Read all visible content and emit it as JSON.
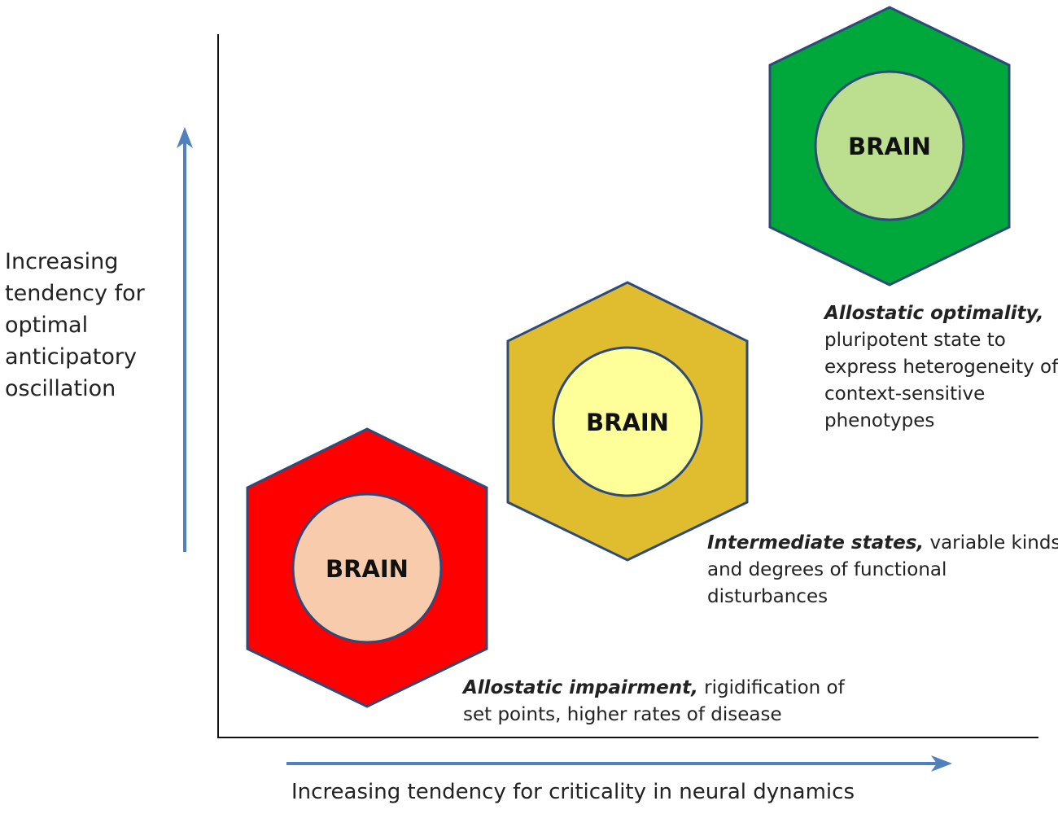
{
  "y_axis_label_lines": [
    "Increasing",
    "tendency for",
    "optimal",
    "anticipatory",
    "oscillation"
  ],
  "x_axis_label": "Increasing tendency for criticality in neural dynamics",
  "colors": {
    "axis_arrow": "#4f81bd",
    "hexagon_border": "#2e4a7a",
    "impairment_outer": "#ff0000",
    "impairment_inner": "#f8cbad",
    "intermediate_outer": "#e0bd2f",
    "intermediate_inner": "#ffff99",
    "optimality_outer": "#00a83c",
    "optimality_inner": "#bbdf8e"
  },
  "states": {
    "optimality": {
      "brain_label": "BRAIN",
      "heading": "Allostatic optimality,",
      "lines": [
        "pluripotent state to",
        "express heterogeneity of",
        "context-sensitive",
        "phenotypes"
      ]
    },
    "intermediate": {
      "brain_label": "BRAIN",
      "heading": "Intermediate states,",
      "line1_rest": " variable kinds",
      "lines": [
        "and degrees of functional",
        "disturbances"
      ]
    },
    "impairment": {
      "brain_label": "BRAIN",
      "heading": "Allostatic impairment,",
      "line1_rest": " rigidification of",
      "lines": [
        "set points, higher rates of disease"
      ]
    }
  }
}
